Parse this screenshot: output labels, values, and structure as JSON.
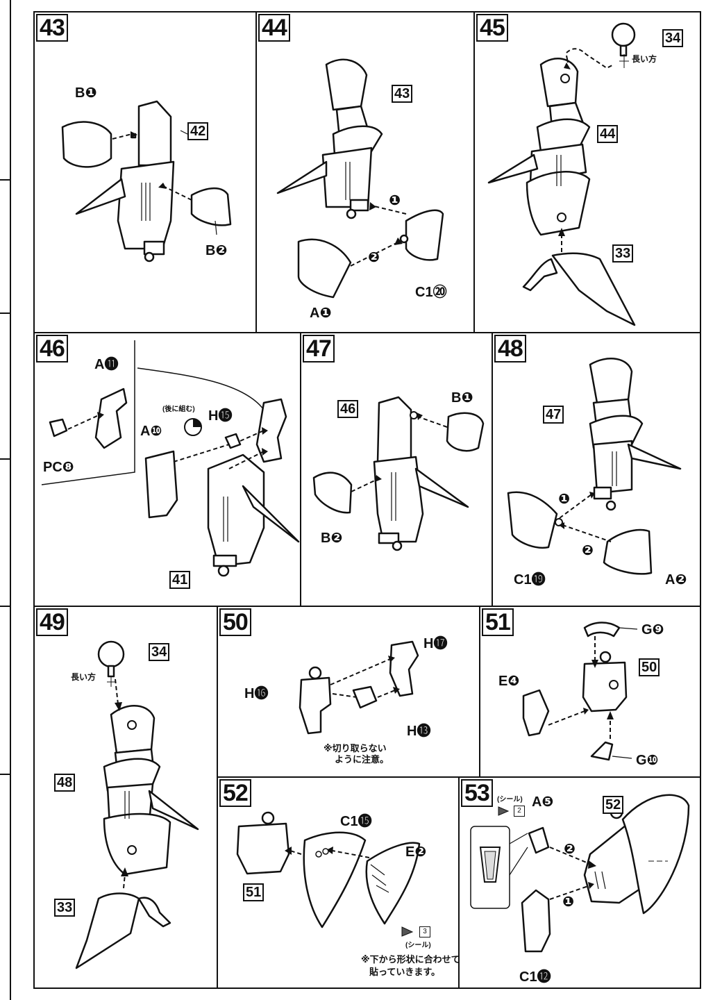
{
  "steps": [
    {
      "id": "s43",
      "number": "43",
      "labels": {
        "b1": "B❶",
        "b2": "B❷"
      },
      "refs": {
        "r42": "42"
      }
    },
    {
      "id": "s44",
      "number": "44",
      "labels": {
        "a1": "A❶",
        "c120": "C1⑳",
        "n1": "❶",
        "n2": "❷"
      },
      "refs": {
        "r43": "43"
      }
    },
    {
      "id": "s45",
      "number": "45",
      "labels": {
        "long": "長い方"
      },
      "refs": {
        "r34": "34",
        "r44": "44",
        "r33": "33"
      }
    },
    {
      "id": "s46",
      "number": "46",
      "labels": {
        "a11": "A⓫",
        "pc8": "PC❽",
        "a10": "A❿",
        "h15": "H⓯",
        "back": "(後に組む)"
      },
      "refs": {
        "r41": "41"
      }
    },
    {
      "id": "s47",
      "number": "47",
      "labels": {
        "b1": "B❶",
        "b2": "B❷"
      },
      "refs": {
        "r46": "46"
      }
    },
    {
      "id": "s48",
      "number": "48",
      "labels": {
        "c119": "C1⓳",
        "a2": "A❷",
        "n1": "❶",
        "n2": "❷"
      },
      "refs": {
        "r47": "47"
      }
    },
    {
      "id": "s49",
      "number": "49",
      "labels": {
        "long": "長い方"
      },
      "refs": {
        "r34": "34",
        "r48": "48",
        "r33": "33"
      }
    },
    {
      "id": "s50",
      "number": "50",
      "labels": {
        "h17": "H⓱",
        "h16": "H⓰",
        "h13": "H⓭",
        "note1": "※切り取らない",
        "note2": "ように注意。"
      },
      "refs": {}
    },
    {
      "id": "s51",
      "number": "51",
      "labels": {
        "g9": "G❾",
        "e4": "E❹",
        "g10": "G❿"
      },
      "refs": {
        "r50": "50"
      }
    },
    {
      "id": "s52",
      "number": "52",
      "labels": {
        "c115": "C1⓯",
        "e2": "E❷",
        "seal": "(シール)",
        "note1": "※下から形状に合わせて",
        "note2": "貼っていきます。",
        "sq3": "3"
      },
      "refs": {
        "r51": "51"
      }
    },
    {
      "id": "s53",
      "number": "53",
      "labels": {
        "seal": "(シール)",
        "a5": "A❺",
        "c112": "C1⓬",
        "n1": "❶",
        "n2": "❷",
        "sq2": "2"
      },
      "refs": {
        "r52": "52"
      }
    }
  ]
}
